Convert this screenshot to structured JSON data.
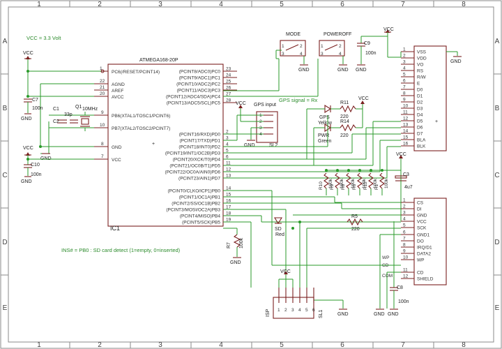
{
  "frame": {
    "cols": [
      "1",
      "2",
      "3",
      "4",
      "5",
      "6",
      "7",
      "8"
    ],
    "rows": [
      "A",
      "B",
      "C",
      "D",
      "E"
    ]
  },
  "notes": {
    "vcc": "VCC = 3.3 Volt",
    "gps_signal": "GPS signal = Rx",
    "ins": "INS# = PB0 : SD card detect (1=empty, 0=inserted)"
  },
  "supply": {
    "vcc": "VCC",
    "gnd": "GND"
  },
  "ic1": {
    "name": "IC1",
    "part": "ATMEGA168-20P",
    "left_pins": [
      "PC6(/RESET/PCINT14)",
      "AGND",
      "AREF",
      "AVCC",
      "PB6(XTAL1/TOSC1/PCINT6)",
      "PB7(XTAL2/TOSC2/PCINT7)",
      "GND",
      "VCC"
    ],
    "left_nums": [
      "1",
      "22",
      "21",
      "20",
      "9",
      "10",
      "8",
      "7"
    ],
    "right_pc": [
      "(PCINT8/ADC0)PC0",
      "(PCINT9/ADC1)PC1",
      "(PCINT10/ADC2)PC2",
      "(PCINT11/ADC3)PC3",
      "(PCINT12/ADC4/SDA)PC4",
      "(PCINT13/ADC5/SCL)PC5"
    ],
    "right_pc_nums": [
      "23",
      "24",
      "25",
      "26",
      "27",
      "28"
    ],
    "right_pd": [
      "(PCINT16/RXD)PD0",
      "(PCINT17/TXD)PD1",
      "(PCINT18/INT0)PD2",
      "(PCINT19/INT1/OC2B)PD3",
      "(PCINT20/XCK/T0)PD4",
      "(PCINT21/OC0B/T1)PD5",
      "(PCINT22/OC0A/AIN0)PD6",
      "(PCINT23/AIN1)PD7"
    ],
    "right_pd_nums": [
      "2",
      "3",
      "4",
      "5",
      "6",
      "11",
      "12",
      "13"
    ],
    "right_pb": [
      "(PCINT0/CLKO/ICP1)PB0",
      "(PCINT1/OC1A)PB1",
      "(PCINT2/SS/OC1B)PB2",
      "(PCINT3/MOSI/OC2A)PB3",
      "(PCINT4/MISO)PB4",
      "(PCINT5/SCK)PB5"
    ],
    "right_pb_nums": [
      "14",
      "15",
      "16",
      "17",
      "18",
      "19"
    ]
  },
  "lcd": {
    "pins": [
      "VSS",
      "VDD",
      "VO",
      "RS",
      "R/W",
      "E",
      "D0",
      "D1",
      "D2",
      "D3",
      "D4",
      "D5",
      "D6",
      "D7",
      "BLA",
      "BLK"
    ],
    "nums": [
      "1",
      "2",
      "3",
      "4",
      "5",
      "6",
      "7",
      "8",
      "9",
      "10",
      "11",
      "12",
      "13",
      "14",
      "15",
      "16"
    ]
  },
  "sd": {
    "pins": [
      "CS",
      "DI",
      "GND",
      "VCC",
      "SCK",
      "GND1",
      "DO",
      "IRQ/D1",
      "DATA2",
      "WP",
      "CD",
      "SHIELD"
    ],
    "nums": [
      "1",
      "2",
      "3",
      "4",
      "5",
      "6",
      "7",
      "8",
      "9",
      "10",
      "11",
      "12"
    ],
    "side_labels": [
      "WP",
      "CD",
      "COM"
    ]
  },
  "gps": {
    "name": "SL2",
    "label": "GPS input",
    "nums": [
      "1",
      "2",
      "3",
      "4"
    ]
  },
  "isp": {
    "name": "SL1",
    "label": "ISP",
    "nums": [
      "1",
      "2",
      "3",
      "4",
      "5",
      "6"
    ]
  },
  "switches": {
    "mode": "MODE",
    "poweroff": "POWEROFF",
    "pin_labels": [
      "1",
      "2",
      "3",
      "4"
    ]
  },
  "components": {
    "c7": "C7",
    "c7_val": "100n",
    "c1": "C1",
    "c2": "C2",
    "c12_val": "33p",
    "q1": "Q1",
    "q1_val": "10MHz",
    "c10": "C10",
    "c10_val": "100n",
    "c9": "C9",
    "c9_val": "100n",
    "c3": "C3",
    "c3_val": "4u7",
    "c8": "C8",
    "c8_val": "100n",
    "r11": "R11",
    "r11_val": "220",
    "r14": "R14",
    "r14_val": "220",
    "r5": "R5",
    "r5_val": "220",
    "r7": "R7",
    "r7_val": "100k",
    "rpack_names": [
      "R10",
      "R9",
      "R8",
      "R6",
      "R12",
      "R1"
    ],
    "rpack_val": "100k",
    "led_gps": "GPS",
    "led_gps_color": "Yellow",
    "led_pwr": "PWR",
    "led_pwr_color": "Green",
    "led_sd": "SD",
    "led_sd_color": "Red"
  }
}
